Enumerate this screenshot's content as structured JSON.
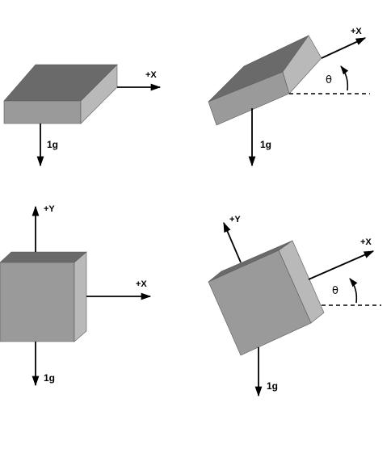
{
  "colors": {
    "face_front": "#9a9a9a",
    "face_top": "#6a6a6a",
    "face_side": "#b9b9b9",
    "edge": "#5a5a5a",
    "lines": "#000000",
    "background": "#ffffff"
  },
  "panels": [
    {
      "id": "flat-level",
      "x_label": "+X",
      "gravity_label": "1g"
    },
    {
      "id": "flat-tilted",
      "x_label": "+X",
      "gravity_label": "1g",
      "angle_label": "θ"
    },
    {
      "id": "cube-level",
      "x_label": "+X",
      "y_label": "+Y",
      "gravity_label": "1g"
    },
    {
      "id": "cube-tilted",
      "x_label": "+X",
      "y_label": "+Y",
      "gravity_label": "1g",
      "angle_label": "θ"
    }
  ]
}
